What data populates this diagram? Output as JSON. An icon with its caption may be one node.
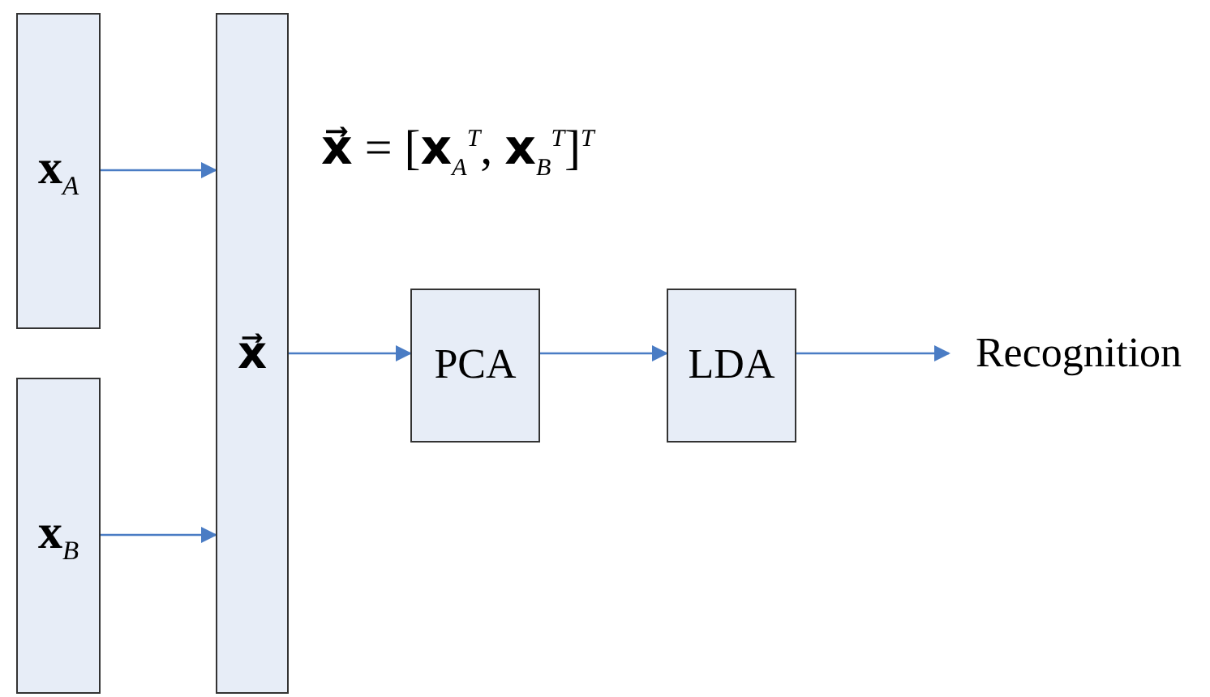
{
  "diagram": {
    "nodes": [
      {
        "text": [
          "**x**$_{A}$"
        ]
      },
      {
        "text": [
          "**x**$_{B}$"
        ]
      },
      {
        "text": [
          "x⃗"
        ]
      },
      {
        "text": [
          "PCA"
        ]
      },
      {
        "text": [
          "LDA"
        ]
      },
      {
        "text": [
          "Recognition"
        ]
      }
    ],
    "edges": [
      {
        "from": 0,
        "to": 2,
        "arrow": "to"
      },
      {
        "from": 1,
        "to": 2,
        "arrow": "to"
      },
      {
        "from": 2,
        "to": 3,
        "arrow": "to"
      },
      {
        "from": 3,
        "to": 4,
        "arrow": "to"
      },
      {
        "from": 4,
        "to": 5,
        "arrow": "to"
      }
    ],
    "labels": [
      "**x⃗** = [**x**$_{A}$$^{T}$, **x**$_{B}$$^{T}$]$^{T}$"
    ]
  }
}
